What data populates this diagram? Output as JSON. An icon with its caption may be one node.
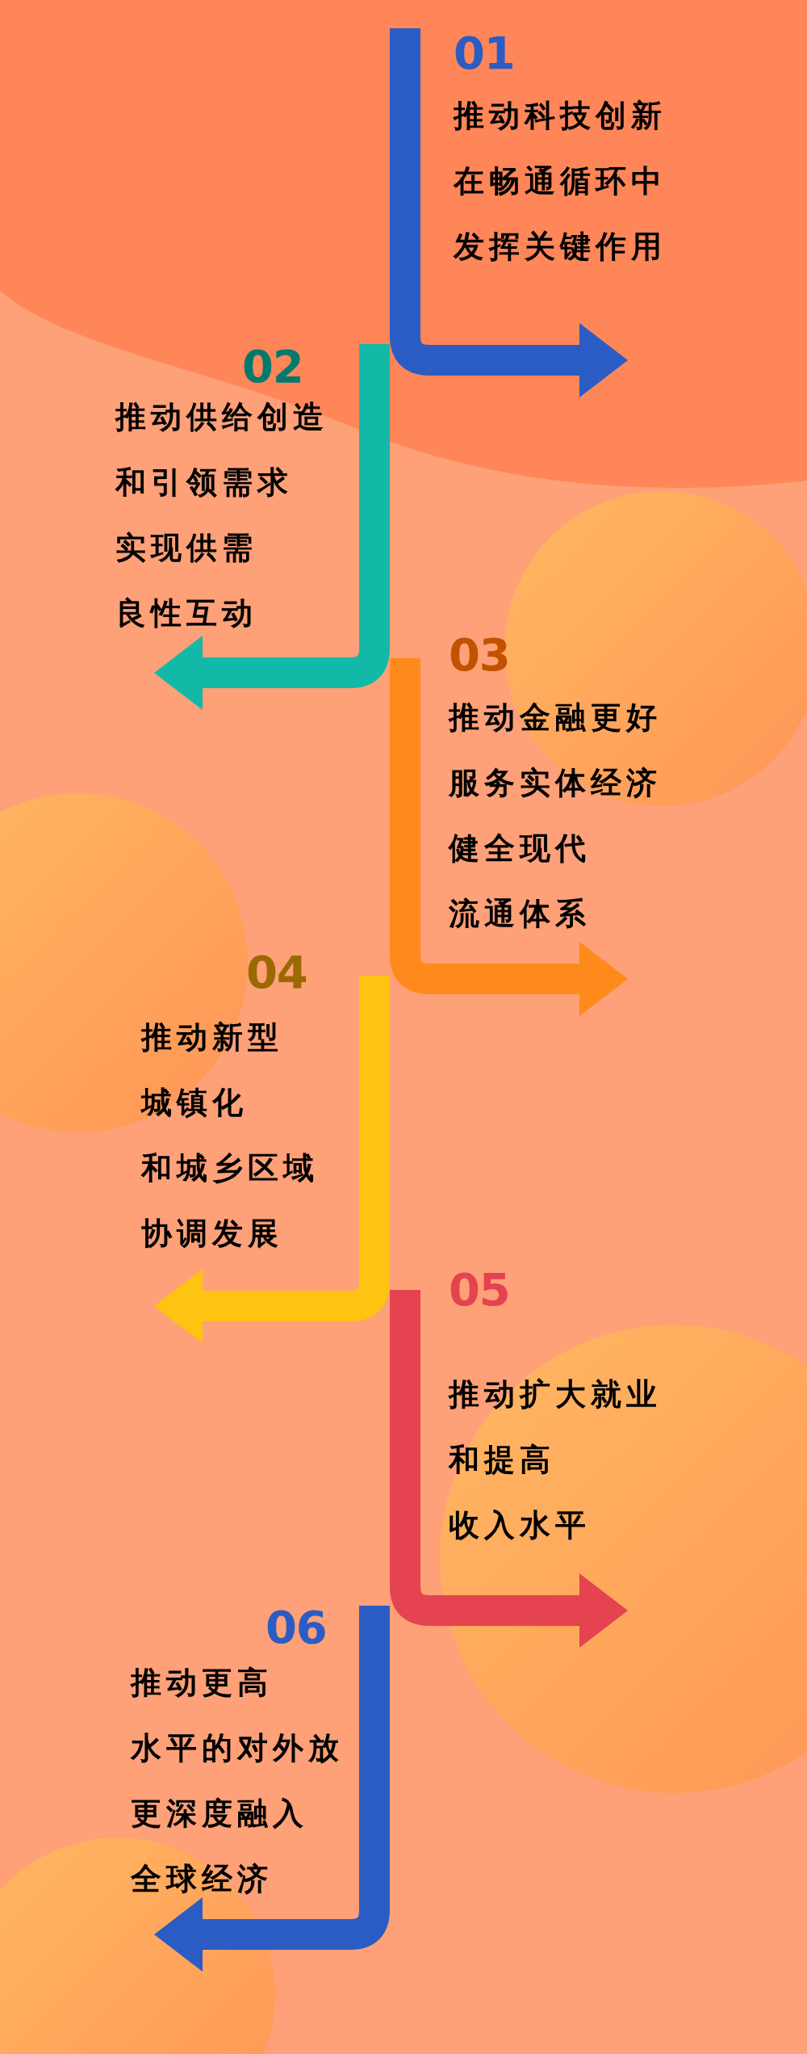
{
  "diagram": {
    "nodes": [
      {
        "text": [
          "01",
          "推动科技创新",
          "在畅通循环中",
          "发挥关键作用"
        ]
      },
      {
        "text": [
          "02",
          "推动供给创造",
          "和引领需求",
          "实现供需",
          "良性互动"
        ]
      },
      {
        "text": [
          "03",
          "推动金融更好",
          "服务实体经济",
          "健全现代",
          "流通体系"
        ]
      },
      {
        "text": [
          "04",
          "推动新型",
          "城镇化",
          "和城乡区域",
          "协调发展"
        ]
      },
      {
        "text": [
          "05",
          "推动扩大就业",
          "和提高",
          "收入水平"
        ]
      },
      {
        "text": [
          "06",
          "推动更高",
          "水平的对外放",
          "更深度融入",
          "全球经济"
        ]
      }
    ]
  }
}
